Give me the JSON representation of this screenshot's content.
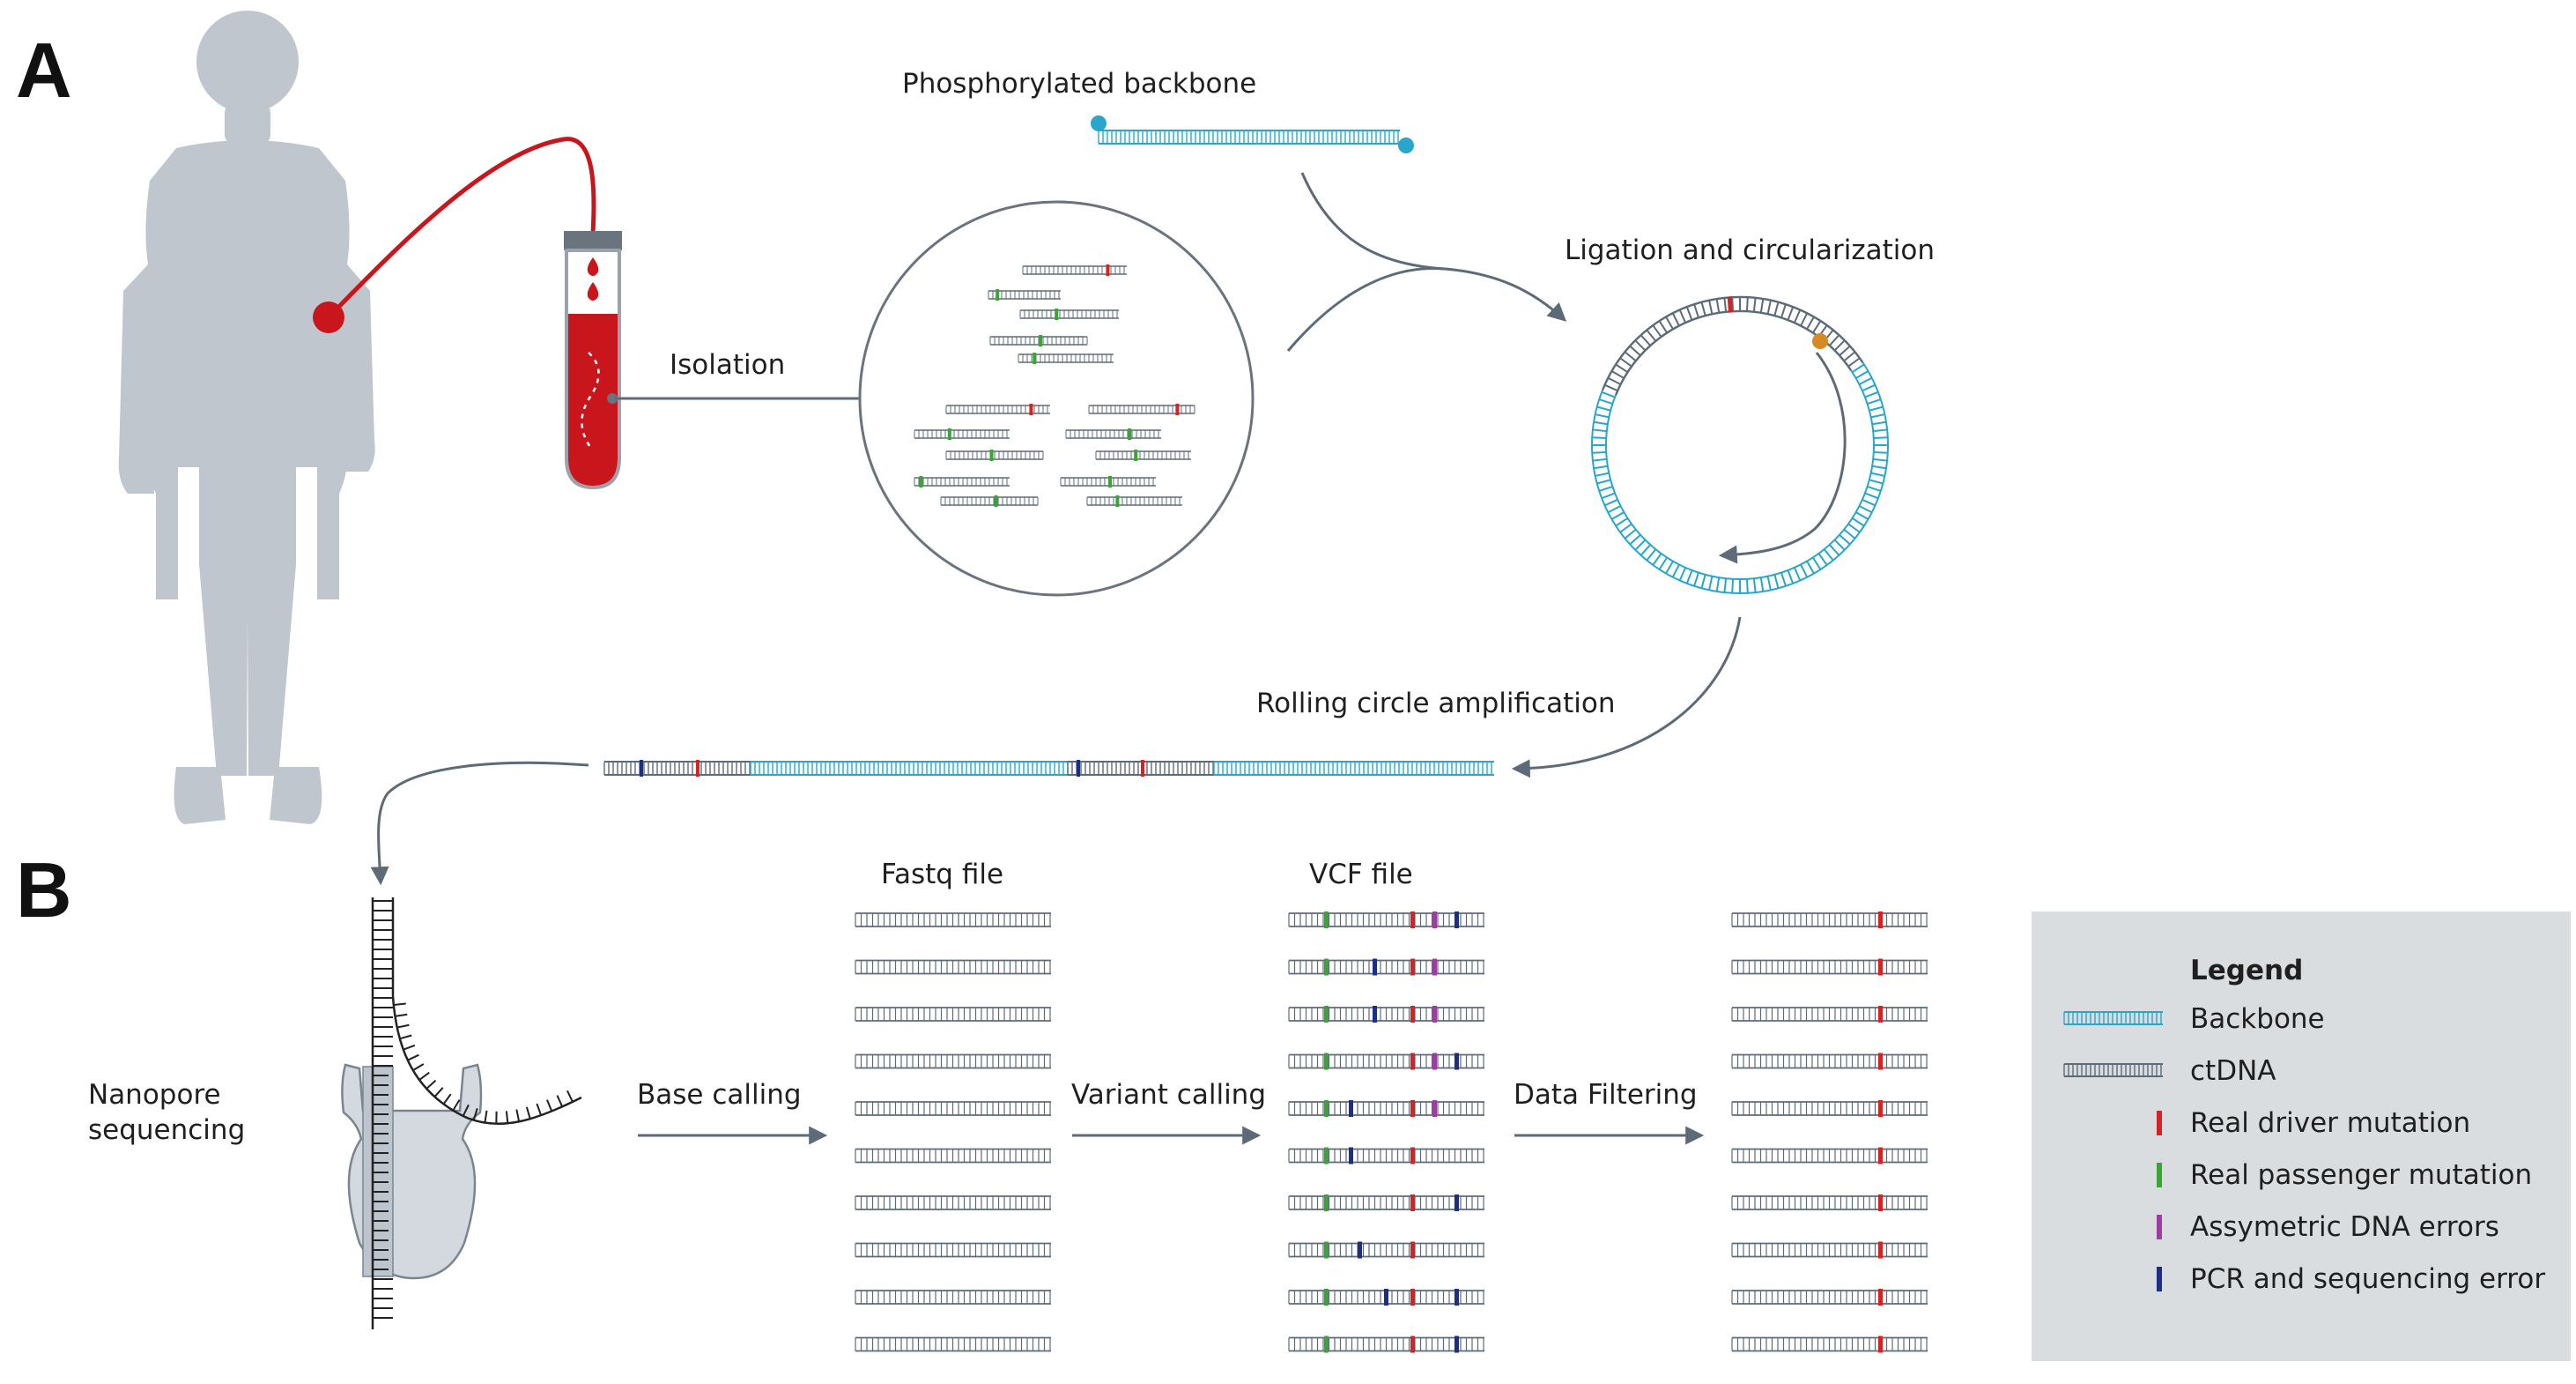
{
  "panels": {
    "a": "A",
    "b": "B"
  },
  "labels": {
    "backbone": "Phosphorylated backbone",
    "isolation": "Isolation",
    "ligation": "Ligation and circularization",
    "rca": "Rolling circle amplification",
    "fastq": "Fastq file",
    "vcf": "VCF file",
    "nanopore_1": "Nanopore",
    "nanopore_2": "sequencing",
    "base_calling": "Base calling",
    "variant_calling": "Variant calling",
    "data_filtering": "Data Filtering"
  },
  "legend": {
    "title": "Legend",
    "items": [
      {
        "label": "Backbone",
        "kind": "backbone"
      },
      {
        "label": "ctDNA",
        "kind": "ctdna"
      },
      {
        "label": "Real driver mutation",
        "color": "#d42323"
      },
      {
        "label": "Real passenger mutation",
        "color": "#3aa535"
      },
      {
        "label": "Assymetric DNA errors",
        "color": "#9a3f9f"
      },
      {
        "label": "PCR and sequencing error",
        "color": "#1b2f86"
      }
    ]
  },
  "colors": {
    "silhouette": "#bfc6ce",
    "blood": "#c8161c",
    "backbone": "#29a6c9",
    "ctdna": "#5d6b78",
    "arrow": "#5d6b78",
    "legend_bg": "#dadde0",
    "driver": "#d42323",
    "passenger": "#3aa535",
    "asym": "#9a3f9f",
    "pcr": "#1b2f86"
  }
}
